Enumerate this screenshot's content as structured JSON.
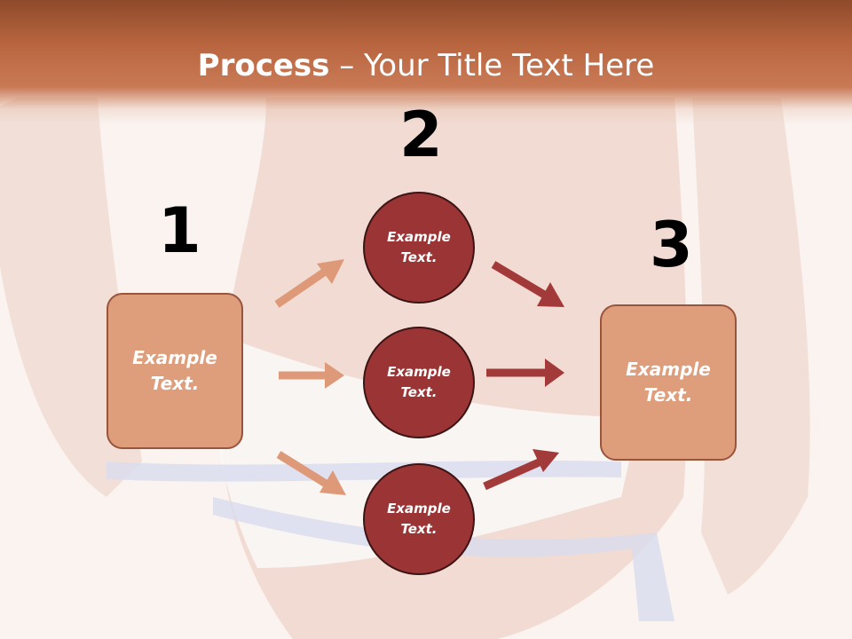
{
  "header": {
    "title_strong": "Process",
    "title_dash": "–",
    "title_rest": "Your Title Text Here"
  },
  "steps": {
    "one": {
      "number": "1",
      "text": "Example\nText."
    },
    "two": {
      "number": "2"
    },
    "three": {
      "number": "3",
      "text": "Example\nText."
    }
  },
  "circles": [
    {
      "text": "Example\nText."
    },
    {
      "text": "Example\nText."
    },
    {
      "text": "Example\nText."
    }
  ],
  "colors": {
    "header": "#b8653f",
    "box_fill": "#de9d7b",
    "circle_fill": "#9b3535",
    "arrow_light": "#de9a78",
    "arrow_dark": "#a33a3a"
  }
}
